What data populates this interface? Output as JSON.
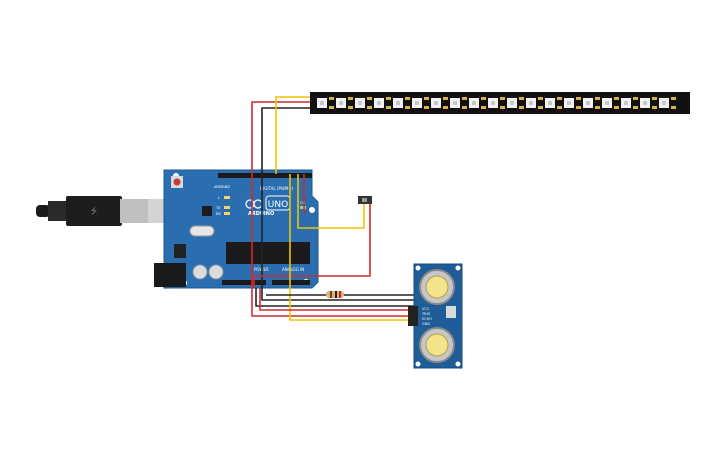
{
  "board": {
    "brand": "ARDUINO",
    "model": "UNO",
    "digital_label": "DIGITAL (PWM~)",
    "power_label": "POWER",
    "analog_label": "ANALOG IN",
    "led_labels": [
      "L",
      "TX",
      "RX"
    ],
    "on_label": "ON",
    "aref_label": "AREF",
    "gnd_label": "GND"
  },
  "sensor": {
    "pin_labels": [
      "VCC",
      "TRIG",
      "ECHO",
      "GND"
    ]
  },
  "colors": {
    "wire_red": "#d42a2a",
    "wire_black": "#222222",
    "wire_yellow": "#f2c200",
    "board": "#2a6eb0",
    "sensor": "#1f5d99",
    "strip": "#111111"
  },
  "icons": {
    "usb_cable": "usb-icon",
    "resistor": "resistor-icon",
    "led_strip": "neopixel-strip-icon"
  }
}
